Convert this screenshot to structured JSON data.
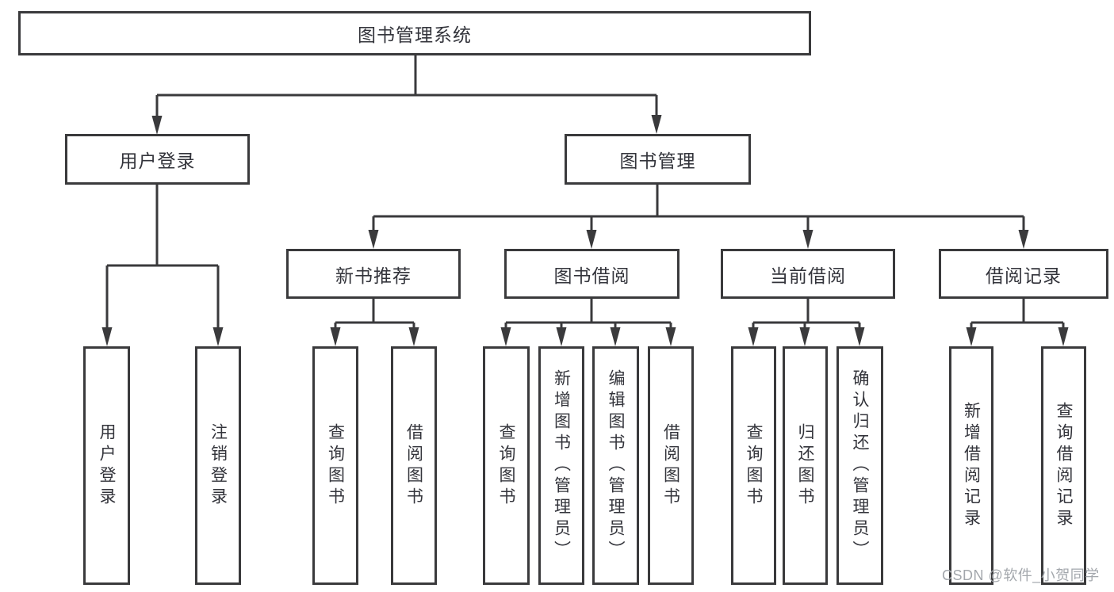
{
  "diagram": {
    "root": {
      "label": "图书管理系统"
    },
    "branches": [
      {
        "label": "用户登录",
        "children": [
          {
            "label": "用户登录"
          },
          {
            "label": "注销登录"
          }
        ]
      },
      {
        "label": "图书管理",
        "sections": [
          {
            "label": "新书推荐",
            "children": [
              {
                "label": "查询图书"
              },
              {
                "label": "借阅图书"
              }
            ]
          },
          {
            "label": "图书借阅",
            "children": [
              {
                "label": "查询图书"
              },
              {
                "label": "新增图书（管理员）"
              },
              {
                "label": "编辑图书（管理员）"
              },
              {
                "label": "借阅图书"
              }
            ]
          },
          {
            "label": "当前借阅",
            "children": [
              {
                "label": "查询图书"
              },
              {
                "label": "归还图书"
              },
              {
                "label": "确认归还（管理员）"
              }
            ]
          },
          {
            "label": "借阅记录",
            "children": [
              {
                "label": "新增借阅记录"
              },
              {
                "label": "查询借阅记录"
              }
            ]
          }
        ]
      }
    ]
  },
  "watermark": {
    "text": "CSDN @软件_小贺同学"
  },
  "colors": {
    "line": "#3a3a3c",
    "text": "#33343b",
    "watermark": "#a3a7ac",
    "background": "#ffffff"
  }
}
